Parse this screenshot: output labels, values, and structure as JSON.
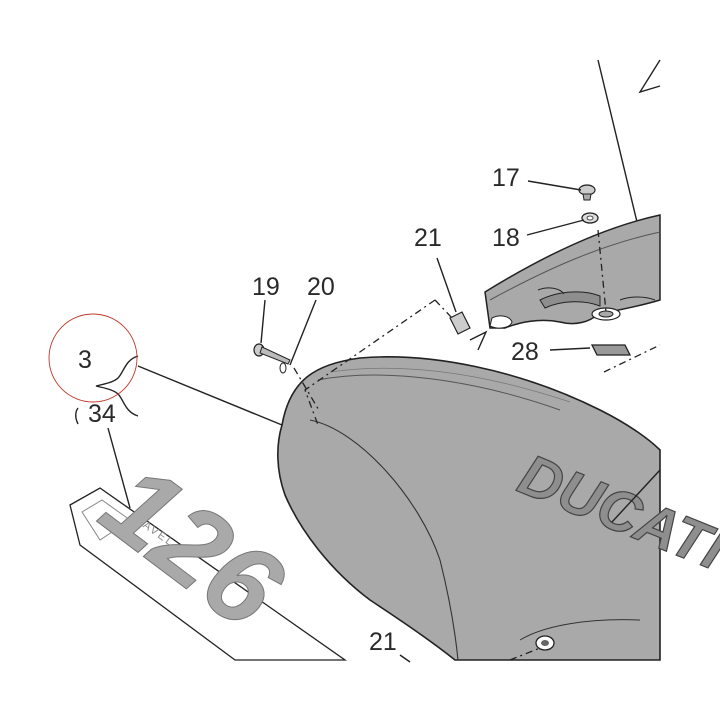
{
  "callouts": [
    {
      "id": "17",
      "label": "17"
    },
    {
      "id": "18",
      "label": "18"
    },
    {
      "id": "21a",
      "label": "21"
    },
    {
      "id": "19",
      "label": "19"
    },
    {
      "id": "20",
      "label": "20"
    },
    {
      "id": "28",
      "label": "28"
    },
    {
      "id": "3",
      "label": "3"
    },
    {
      "id": "34",
      "label": "34"
    },
    {
      "id": "21b",
      "label": "21"
    }
  ],
  "tank_brand": "DUCATI",
  "decal": {
    "model": "DIAVEL",
    "number": "126"
  },
  "colors": {
    "part_fill": "#a9a9a9",
    "part_dark": "#8e8e8e",
    "line": "#222222",
    "highlight_circle": "#c0392b"
  }
}
